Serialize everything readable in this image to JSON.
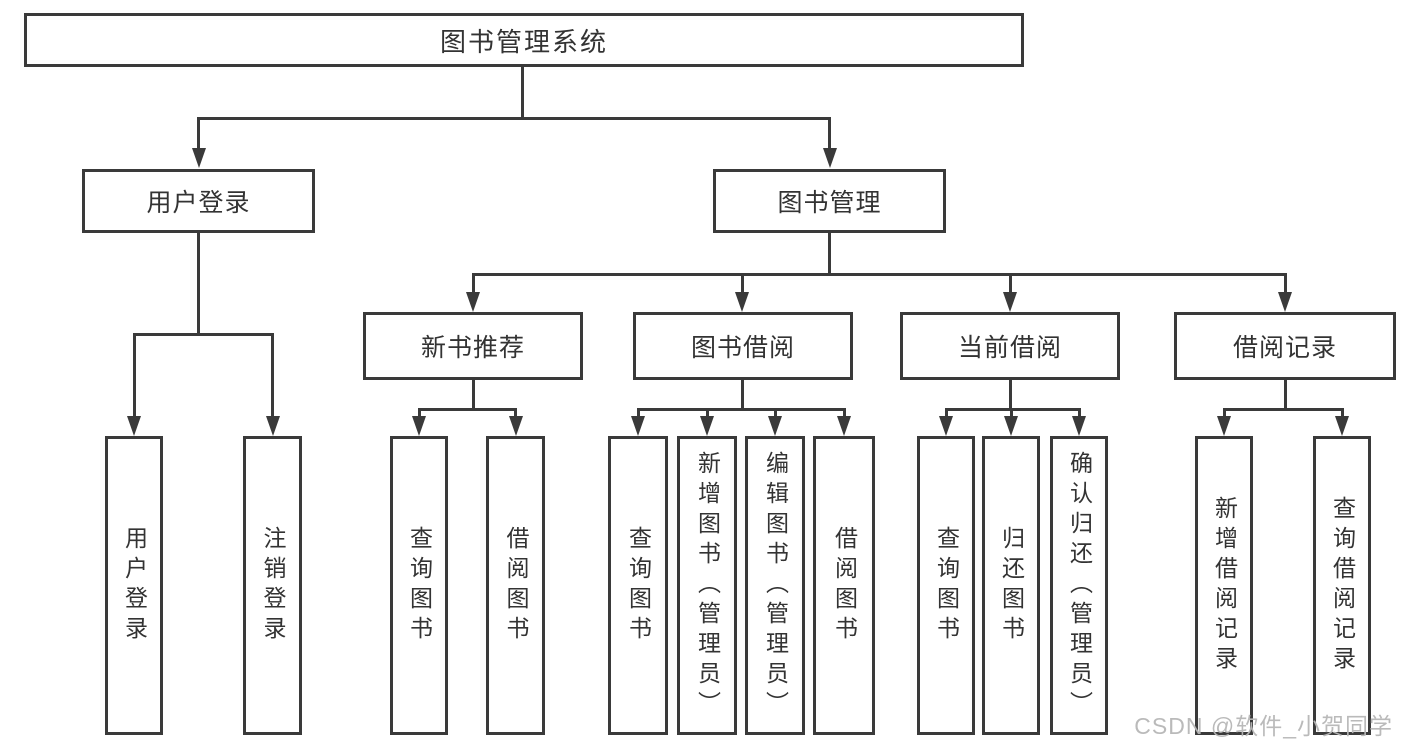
{
  "diagram": {
    "root": {
      "label": "图书管理系统"
    },
    "level2": [
      {
        "id": "user-login",
        "label": "用户登录"
      },
      {
        "id": "book-management",
        "label": "图书管理"
      }
    ],
    "level3": [
      {
        "id": "new-book-recommendation",
        "label": "新书推荐",
        "parent": "图书管理"
      },
      {
        "id": "book-borrowing",
        "label": "图书借阅",
        "parent": "图书管理"
      },
      {
        "id": "current-borrowing",
        "label": "当前借阅",
        "parent": "图书管理"
      },
      {
        "id": "borrowing-records",
        "label": "借阅记录",
        "parent": "图书管理"
      }
    ],
    "leaves": [
      {
        "id": "user-login-leaf",
        "label": "用户登录",
        "parent": "用户登录"
      },
      {
        "id": "logout",
        "label": "注销登录",
        "parent": "用户登录"
      },
      {
        "id": "query-books-recommend",
        "label": "查询图书",
        "parent": "新书推荐"
      },
      {
        "id": "borrow-books-recommend",
        "label": "借阅图书",
        "parent": "新书推荐"
      },
      {
        "id": "query-books-borrowing",
        "label": "查询图书",
        "parent": "图书借阅"
      },
      {
        "id": "add-books-admin",
        "label": "新增图书（管理员）",
        "parent": "图书借阅"
      },
      {
        "id": "edit-books-admin",
        "label": "编辑图书（管理员）",
        "parent": "图书借阅"
      },
      {
        "id": "borrow-books",
        "label": "借阅图书",
        "parent": "图书借阅"
      },
      {
        "id": "query-books-current",
        "label": "查询图书",
        "parent": "当前借阅"
      },
      {
        "id": "return-books",
        "label": "归还图书",
        "parent": "当前借阅"
      },
      {
        "id": "confirm-return-admin",
        "label": "确认归还（管理员）",
        "parent": "当前借阅"
      },
      {
        "id": "add-borrow-record",
        "label": "新增借阅记录",
        "parent": "借阅记录"
      },
      {
        "id": "query-borrow-record",
        "label": "查询借阅记录",
        "parent": "借阅记录"
      }
    ]
  },
  "watermark": {
    "text": "CSDN @软件_小贺同学"
  },
  "colors": {
    "line": "#3a3a3a",
    "box_border": "#3a3a3a",
    "text": "#333333",
    "background": "#ffffff",
    "watermark": "#b7b7b7"
  }
}
